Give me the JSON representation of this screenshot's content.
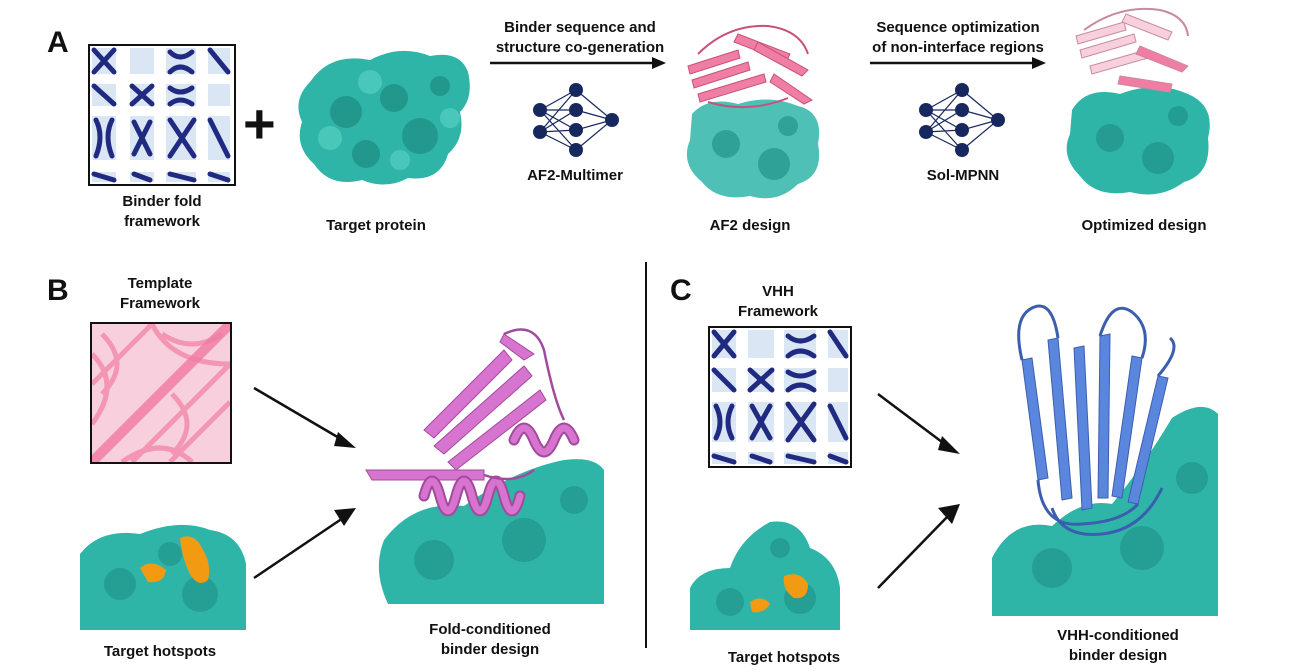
{
  "panels": {
    "a": {
      "letter": "A",
      "binder_framework": [
        "Binder fold",
        "framework"
      ],
      "plus": "+",
      "target": "Target protein",
      "step1_arrow": [
        "Binder sequence and",
        "structure co-generation"
      ],
      "step1_model": "AF2-Multimer",
      "af2_design": "AF2 design",
      "step2_arrow": [
        "Sequence optimization",
        "of non-interface regions"
      ],
      "step2_model": "Sol-MPNN",
      "optimized": "Optimized design"
    },
    "b": {
      "letter": "B",
      "template": [
        "Template",
        "Framework"
      ],
      "hotspots": "Target hotspots",
      "result": [
        "Fold-conditioned",
        "binder design"
      ]
    },
    "c": {
      "letter": "C",
      "template": [
        "VHH",
        "Framework"
      ],
      "hotspots": "Target hotspots",
      "result": [
        "VHH-conditioned",
        "binder design"
      ]
    }
  },
  "colors": {
    "teal": "#2fb5a8",
    "teal_dark": "#1d8d83",
    "navy": "#1f2a80",
    "light_blue": "#dbe6f5",
    "pink": "#f07ea4",
    "pink_light": "#f8cfdd",
    "magenta": "#d774cf",
    "blue_cartoon": "#5b86de",
    "orange": "#f29b12",
    "nn_node": "#16285e"
  },
  "icons": [
    "neural-network-icon",
    "arrow-icon"
  ]
}
